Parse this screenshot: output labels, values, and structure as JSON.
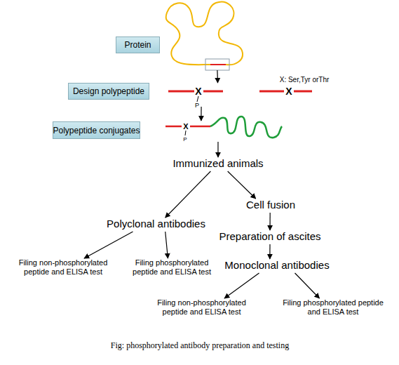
{
  "diagram": {
    "caption": "Fig: phosphorylated antibody preparation and testing",
    "nodes": [
      {
        "text": [
          "Protein"
        ]
      },
      {
        "text": [
          "Design polypeptide"
        ]
      },
      {
        "text": [
          "Polypeptide conjugates"
        ]
      },
      {
        "text": [
          "Immunized animals"
        ]
      },
      {
        "text": [
          "Polyclonal antibodies"
        ]
      },
      {
        "text": [
          "Cell fusion"
        ]
      },
      {
        "text": [
          "Preparation of ascites"
        ]
      },
      {
        "text": [
          "Monoclonal antibodies"
        ]
      },
      {
        "text": [
          "Filing non-phosphorylated peptide and ELISA test"
        ]
      },
      {
        "text": [
          "Filing phosphorylated peptide and ELISA test"
        ]
      },
      {
        "text": [
          "Filing non-phosphorylated peptide and ELISA test"
        ]
      },
      {
        "text": [
          "Filing phosphorylated peptide and ELISA test"
        ]
      }
    ],
    "edges": [
      {
        "from": 0,
        "to": 1,
        "arrow": "to"
      },
      {
        "from": 1,
        "to": 2,
        "arrow": "to"
      },
      {
        "from": 2,
        "to": 3,
        "arrow": "to"
      },
      {
        "from": 3,
        "to": 4,
        "arrow": "to"
      },
      {
        "from": 3,
        "to": 5,
        "arrow": "to"
      },
      {
        "from": 5,
        "to": 6,
        "arrow": "to"
      },
      {
        "from": 6,
        "to": 7,
        "arrow": "to"
      },
      {
        "from": 4,
        "to": 8,
        "arrow": "to"
      },
      {
        "from": 4,
        "to": 9,
        "arrow": "to"
      },
      {
        "from": 7,
        "to": 10,
        "arrow": "to"
      },
      {
        "from": 7,
        "to": 11,
        "arrow": "to"
      }
    ],
    "labels": [
      "X",
      "P",
      "X",
      "X: Ser,Tyr orThr",
      "X",
      "P"
    ]
  }
}
